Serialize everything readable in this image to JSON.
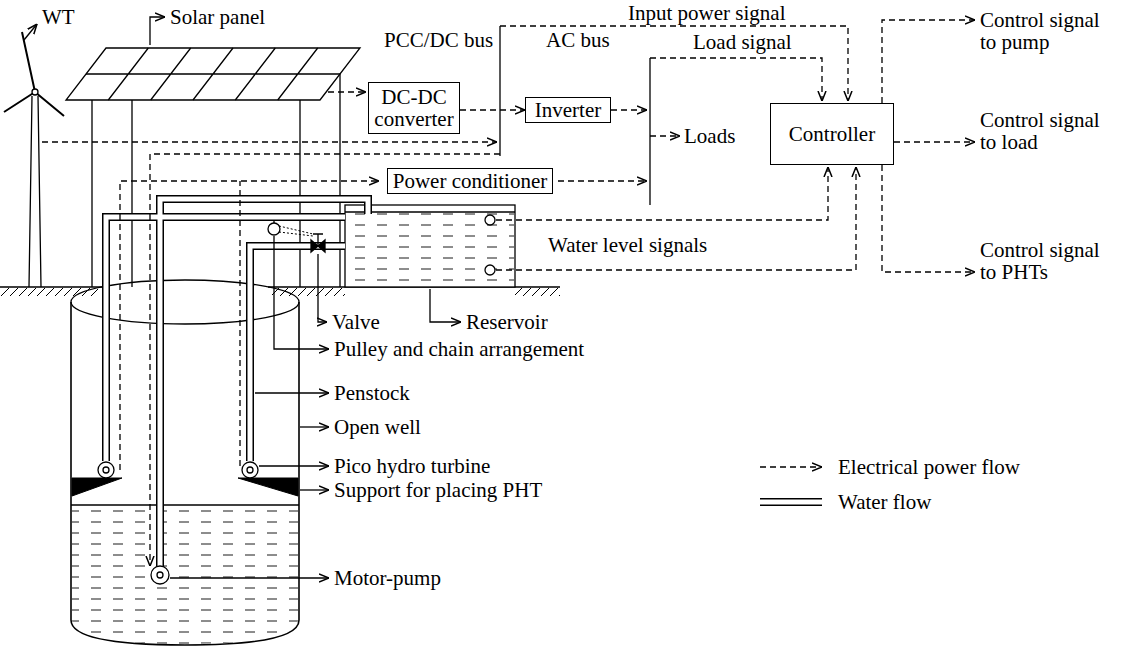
{
  "diagram": {
    "nodes": [
      {
        "text": [
          "DC-DC converter"
        ]
      },
      {
        "text": [
          "Inverter"
        ]
      },
      {
        "text": [
          "Controller"
        ]
      },
      {
        "text": [
          "Power conditioner"
        ]
      }
    ],
    "edges": [
      {
        "from": 0,
        "to": 1,
        "arrow": "to"
      }
    ],
    "labels": [
      "WT",
      "Solar panel",
      "Input power signal",
      "PCC/DC bus",
      "AC bus",
      "Load signal",
      "Loads",
      "Control signal to pump",
      "Control signal to load",
      "Control signal to PHTs",
      "Water level signals",
      "Valve",
      "Reservoir",
      "Pulley and chain arrangement",
      "Penstock",
      "Open well",
      "Pico hydro turbine",
      "Support for placing PHT",
      "Motor-pump"
    ],
    "legend": [
      {
        "text": "Electrical power flow"
      },
      {
        "text": "Water flow"
      }
    ]
  }
}
